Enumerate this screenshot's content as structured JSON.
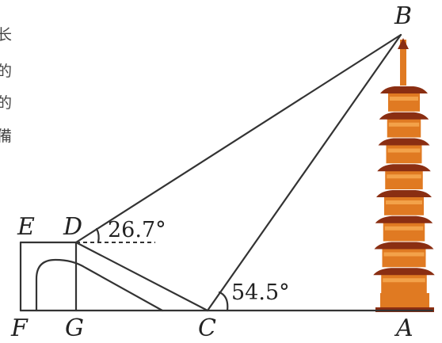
{
  "points": {
    "A": "A",
    "B": "B",
    "C": "C",
    "D": "D",
    "E": "E",
    "F": "F",
    "G": "G"
  },
  "angles": {
    "at_D": "26.7°",
    "at_C": "54.5°"
  },
  "edge_text": [
    "长",
    "的",
    "的",
    "備"
  ],
  "colors": {
    "line": "#333333",
    "pagoda_body": "#e07a22",
    "pagoda_roof": "#8a2e12",
    "pagoda_light": "#f3a24a"
  }
}
